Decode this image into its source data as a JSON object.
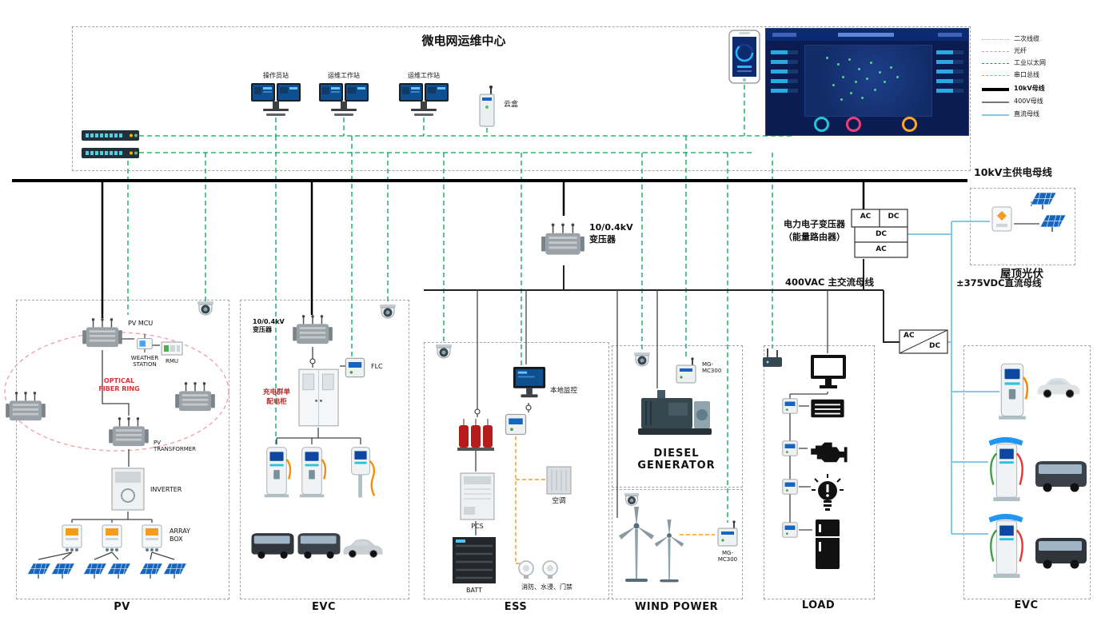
{
  "control_center": {
    "title": "微电网运维中心",
    "stations": [
      {
        "label": "操作员站"
      },
      {
        "label": "运维工作站"
      },
      {
        "label": "运维工作站"
      }
    ],
    "cloud_box": "云盒"
  },
  "legend": {
    "items": [
      {
        "label": "二次线缆"
      },
      {
        "label": "光纤"
      },
      {
        "label": "工业以太网"
      },
      {
        "label": "串口总线"
      },
      {
        "label": "10kV母线"
      },
      {
        "label": "400V母线"
      },
      {
        "label": "直流母线"
      }
    ]
  },
  "buses": {
    "main_10kv": "10kV主供电母线",
    "ac_400": "400VAC 主交流母线",
    "dc_375": "±375VDC直流母线"
  },
  "mid_transformer": {
    "line1": "10/0.4kV",
    "line2": "变压器"
  },
  "pet": {
    "label_line1": "电力电子变压器",
    "label_line2": "（能量路由器）",
    "cell_ac1": "AC",
    "cell_dc1": "DC",
    "cell_dc2": "DC",
    "cell_ac2": "AC"
  },
  "acdc_converter": {
    "ac": "AC",
    "dc": "DC"
  },
  "rooftop_pv": {
    "label": "屋顶光伏"
  },
  "pv": {
    "title": "PV",
    "mcu": "PV MCU",
    "weather_line1": "WEATHER",
    "weather_line2": "STATION",
    "rmu": "RMU",
    "ring_line1": "OPTICAL",
    "ring_line2": "FIBER RING",
    "transformer_line1": "PV",
    "transformer_line2": "TRANSFORMER",
    "inverter": "INVERTER",
    "array_line1": "ARRAY",
    "array_line2": "BOX"
  },
  "evc_left": {
    "title": "EVC",
    "transformer_line1": "10/0.4kV",
    "transformer_line2": "变压器",
    "flc": "FLC",
    "cabinet_line1": "充电群单",
    "cabinet_line2": "配电柜"
  },
  "ess": {
    "title": "ESS",
    "local_monitor": "本地监控",
    "pcs": "PCS",
    "hvac": "空调",
    "batt": "BATT",
    "sensors": "消防、水浸、门禁"
  },
  "diesel": {
    "title_line1": "DIESEL",
    "title_line2": "GENERATOR",
    "mg_line1": "MG-",
    "mg_line2": "MC300"
  },
  "wind": {
    "title": "WIND POWER",
    "mg_line1": "MG-",
    "mg_line2": "MC300"
  },
  "load": {
    "title": "LOAD"
  },
  "evc_right": {
    "title": "EVC"
  }
}
